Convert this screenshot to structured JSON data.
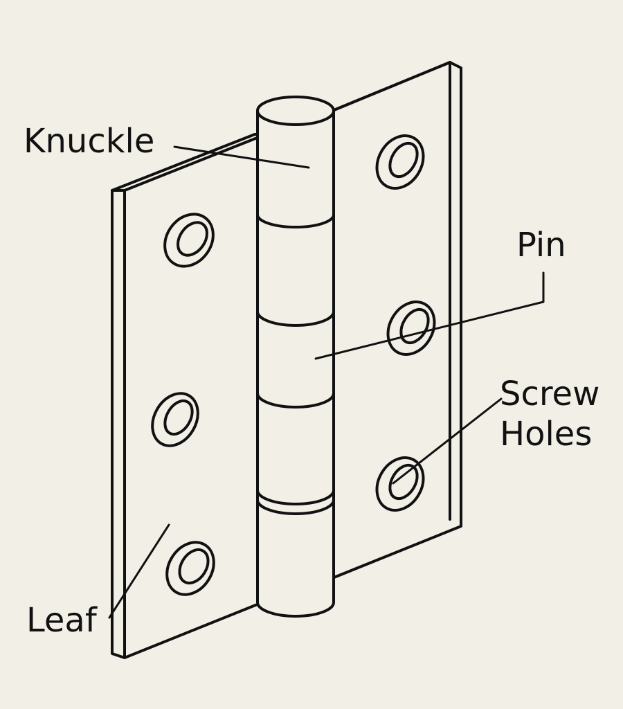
{
  "labels": {
    "knuckle": "Knuckle",
    "pin": "Pin",
    "screw_holes_line1": "Screw",
    "screw_holes_line2": "Holes",
    "leaf": "Leaf"
  },
  "colors": {
    "background": "#f2efe7",
    "line": "#111111",
    "fill": "#f2efe7"
  }
}
